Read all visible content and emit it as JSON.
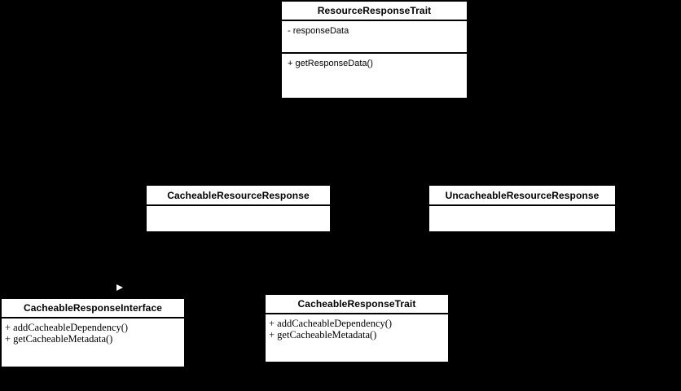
{
  "diagram": {
    "type": "uml-class-diagram",
    "colors": {
      "background": "#000000",
      "box_fill": "#ffffff",
      "box_text": "#000000",
      "compartment_divider": "#000000",
      "arrowhead": "#ffffff"
    },
    "classes": {
      "resourceResponseTrait": {
        "name": "ResourceResponseTrait",
        "attributes": [
          "- responseData"
        ],
        "methods": [
          "+ getResponseData()"
        ]
      },
      "cacheableResourceResponse": {
        "name": "CacheableResourceResponse",
        "attributes": [],
        "methods": []
      },
      "uncacheableResourceResponse": {
        "name": "UncacheableResourceResponse",
        "attributes": [],
        "methods": []
      },
      "cacheableResponseInterface": {
        "name": "CacheableResponseInterface",
        "methods": [
          "+ addCacheableDependency()",
          "+ getCacheableMetadata()"
        ]
      },
      "cacheableResponseTrait": {
        "name": "CacheableResponseTrait",
        "methods": [
          "+ addCacheableDependency()",
          "+ getCacheableMetadata()"
        ]
      }
    },
    "connector": {
      "arrowhead_direction": "right",
      "arrowhead_color": "#ffffff"
    }
  }
}
